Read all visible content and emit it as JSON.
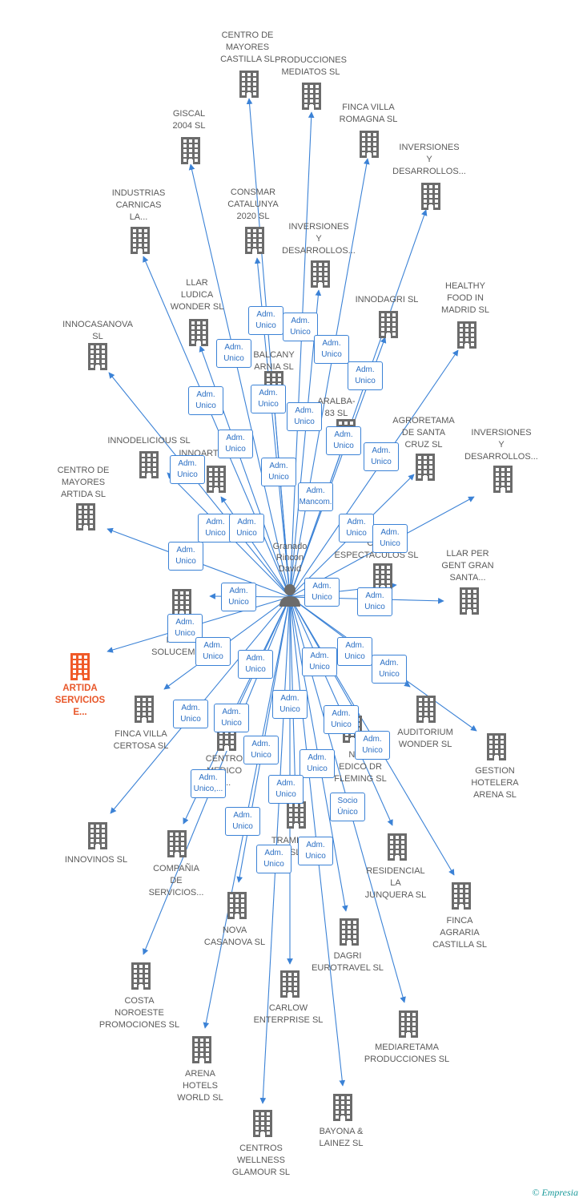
{
  "center": {
    "name_lines": [
      "Granado",
      "Rincon",
      "David"
    ],
    "icon": "person-icon"
  },
  "colors": {
    "edge": "#3b82d6",
    "node": "#6b6b6b",
    "focus": "#f05a28",
    "label": "#5a5a5a"
  },
  "companies": [
    {
      "id": "n1",
      "label": [
        "CENTRO DE",
        "MAYORES",
        "CASTILLA SL"
      ],
      "icon": "building-icon"
    },
    {
      "id": "n2",
      "label": [
        "PRODUCCIONES",
        "MEDIATOS SL"
      ],
      "icon": "building-icon"
    },
    {
      "id": "n3",
      "label": [
        "GISCAL",
        "2004 SL"
      ],
      "icon": "building-icon"
    },
    {
      "id": "n4",
      "label": [
        "FINCA VILLA",
        "ROMAGNA SL"
      ],
      "icon": "building-icon"
    },
    {
      "id": "n5",
      "label": [
        "INVERSIONES",
        "Y",
        "DESARROLLOS..."
      ],
      "icon": "building-icon"
    },
    {
      "id": "n6",
      "label": [
        "INDUSTRIAS",
        "CARNICAS",
        "LA..."
      ],
      "icon": "building-icon"
    },
    {
      "id": "n7",
      "label": [
        "CONSMAR",
        "CATALUNYA",
        "2020 SL"
      ],
      "icon": "building-icon"
    },
    {
      "id": "n8",
      "label": [
        "INVERSIONES",
        "Y",
        "DESARROLLOS..."
      ],
      "icon": "building-icon"
    },
    {
      "id": "n9",
      "label": [
        "LLAR",
        "LUDICA",
        "WONDER SL"
      ],
      "icon": "building-icon"
    },
    {
      "id": "n10",
      "label": [
        "INNODAGRI SL"
      ],
      "icon": "building-icon"
    },
    {
      "id": "n11",
      "label": [
        "HEALTHY",
        "FOOD IN",
        "MADRID SL"
      ],
      "icon": "building-icon"
    },
    {
      "id": "n12",
      "label": [
        "INNOCASANOVA",
        "SL"
      ],
      "icon": "building-icon"
    },
    {
      "id": "n13",
      "label": [
        "BALCANY",
        "ARNIA SL"
      ],
      "icon": "building-icon"
    },
    {
      "id": "n14",
      "label": [
        "ARALBA-",
        "83 SL"
      ],
      "icon": "building-icon"
    },
    {
      "id": "n15",
      "label": [
        "AGRORETAMA",
        "DE SANTA",
        "CRUZ SL"
      ],
      "icon": "building-icon"
    },
    {
      "id": "n16",
      "label": [
        "INVERSIONES",
        "Y",
        "DESARROLLOS..."
      ],
      "icon": "building-icon"
    },
    {
      "id": "n17",
      "label": [
        "INNODELICIOUS SL"
      ],
      "icon": "building-icon"
    },
    {
      "id": "n18",
      "label": [
        "INNOART"
      ],
      "icon": "building-icon"
    },
    {
      "id": "n19",
      "label": [
        "CENTRO DE",
        "MAYORES",
        "ARTIDA SL"
      ],
      "icon": "building-icon"
    },
    {
      "id": "n20",
      "label": [
        "CEN",
        "ESPECTACULOS SL"
      ],
      "icon": "building-icon"
    },
    {
      "id": "n21",
      "label": [
        "LLAR PER",
        "GENT GRAN",
        "SANTA..."
      ],
      "icon": "building-icon"
    },
    {
      "id": "n22",
      "label": [
        "SE",
        "INTE",
        "SOLUCEMP"
      ],
      "icon": "building-icon"
    },
    {
      "id": "n23",
      "label": [
        "ARTIDA",
        "SERVICIOS",
        "E..."
      ],
      "icon": "building-icon",
      "focus": true
    },
    {
      "id": "n24",
      "label": [
        "FINCA VILLA",
        "CERTOSA SL"
      ],
      "icon": "building-icon"
    },
    {
      "id": "n25",
      "label": [
        "CENTRO",
        "MEDICO",
        "A..."
      ],
      "icon": "building-icon"
    },
    {
      "id": "n26",
      "label": [
        "AUDITORIUM",
        "WONDER SL"
      ],
      "icon": "building-icon"
    },
    {
      "id": "n27",
      "label": [
        "NSUL",
        "EDICO DR",
        "FLEMING SL"
      ],
      "icon": "building-icon"
    },
    {
      "id": "n28",
      "label": [
        "GESTION",
        "HOTELERA",
        "ARENA SL"
      ],
      "icon": "building-icon"
    },
    {
      "id": "n29",
      "label": [
        "INNOVINOS SL"
      ],
      "icon": "building-icon"
    },
    {
      "id": "n30",
      "label": [
        "COMPAÑIA",
        "DE",
        "SERVICIOS..."
      ],
      "icon": "building-icon"
    },
    {
      "id": "n31",
      "label": [
        "TRAMI",
        "RYS SL"
      ],
      "icon": "building-icon"
    },
    {
      "id": "n32",
      "label": [
        "RESIDENCIAL",
        "LA",
        "JUNQUERA SL"
      ],
      "icon": "building-icon"
    },
    {
      "id": "n33",
      "label": [
        "FINCA",
        "AGRARIA",
        "CASTILLA SL"
      ],
      "icon": "building-icon"
    },
    {
      "id": "n34",
      "label": [
        "NOVA",
        "CASANOVA SL"
      ],
      "icon": "building-icon"
    },
    {
      "id": "n35",
      "label": [
        "DAGRI",
        "EUROTRAVEL SL"
      ],
      "icon": "building-icon"
    },
    {
      "id": "n36",
      "label": [
        "COSTA",
        "NOROESTE",
        "PROMOCIONES SL"
      ],
      "icon": "building-icon"
    },
    {
      "id": "n37",
      "label": [
        "CARLOW",
        "ENTERPRISE SL"
      ],
      "icon": "building-icon"
    },
    {
      "id": "n38",
      "label": [
        "MEDIARETAMA",
        "PRODUCCIONES SL"
      ],
      "icon": "building-icon"
    },
    {
      "id": "n39",
      "label": [
        "ARENA",
        "HOTELS",
        "WORLD SL"
      ],
      "icon": "building-icon"
    },
    {
      "id": "n40",
      "label": [
        "BAYONA &",
        "LAINEZ SL"
      ],
      "icon": "building-icon"
    },
    {
      "id": "n41",
      "label": [
        "CENTROS",
        "WELLNESS",
        "GLAMOUR SL"
      ],
      "icon": "building-icon"
    }
  ],
  "roles": [
    [
      "Adm.",
      "Unico"
    ],
    [
      "Adm.",
      "Unico"
    ],
    [
      "Adm.",
      "Unico"
    ],
    [
      "Adm.",
      "Unico"
    ],
    [
      "Adm.",
      "Unico"
    ],
    [
      "Adm.",
      "Unico"
    ],
    [
      "Adm.",
      "Unico"
    ],
    [
      "Adm.",
      "Unico"
    ],
    [
      "Adm.",
      "Unico"
    ],
    [
      "Adm.",
      "Unico"
    ],
    [
      "Adm.",
      "Unico"
    ],
    [
      "Adm.",
      "Unico"
    ],
    [
      "Adm.",
      "Unico"
    ],
    [
      "Adm.",
      "Mancom."
    ],
    [
      "Adm.",
      "Unico"
    ],
    [
      "Adm.",
      "Unico"
    ],
    [
      "Adm.",
      "Unico"
    ],
    [
      "Adm.",
      "Unico"
    ],
    [
      "Adm.",
      "Unico"
    ],
    [
      "Adm.",
      "Unico"
    ],
    [
      "Adm.",
      "Unico"
    ],
    [
      "Adm.",
      "Unico"
    ],
    [
      "Adm.",
      "Unico"
    ],
    [
      "Adm.",
      "Unico"
    ],
    [
      "Adm.",
      "Unico"
    ],
    [
      "Adm.",
      "Unico"
    ],
    [
      "Adm.",
      "Unico"
    ],
    [
      "Adm.",
      "Unico"
    ],
    [
      "Adm.",
      "Unico"
    ],
    [
      "Adm.",
      "Unico"
    ],
    [
      "Adm.",
      "Unico"
    ],
    [
      "Adm.",
      "Unico"
    ],
    [
      "Adm.",
      "Unico,..."
    ],
    [
      "Adm.",
      "Unico"
    ],
    [
      "Adm.",
      "Unico"
    ],
    [
      "Adm.",
      "Unico"
    ],
    [
      "Adm.",
      "Unico"
    ],
    [
      "Socio",
      "Único"
    ],
    [
      "Adm.",
      "Unico"
    ],
    [
      "Adm.",
      "Unico"
    ]
  ],
  "brand": {
    "copyright": "©",
    "name": "Empresia"
  }
}
